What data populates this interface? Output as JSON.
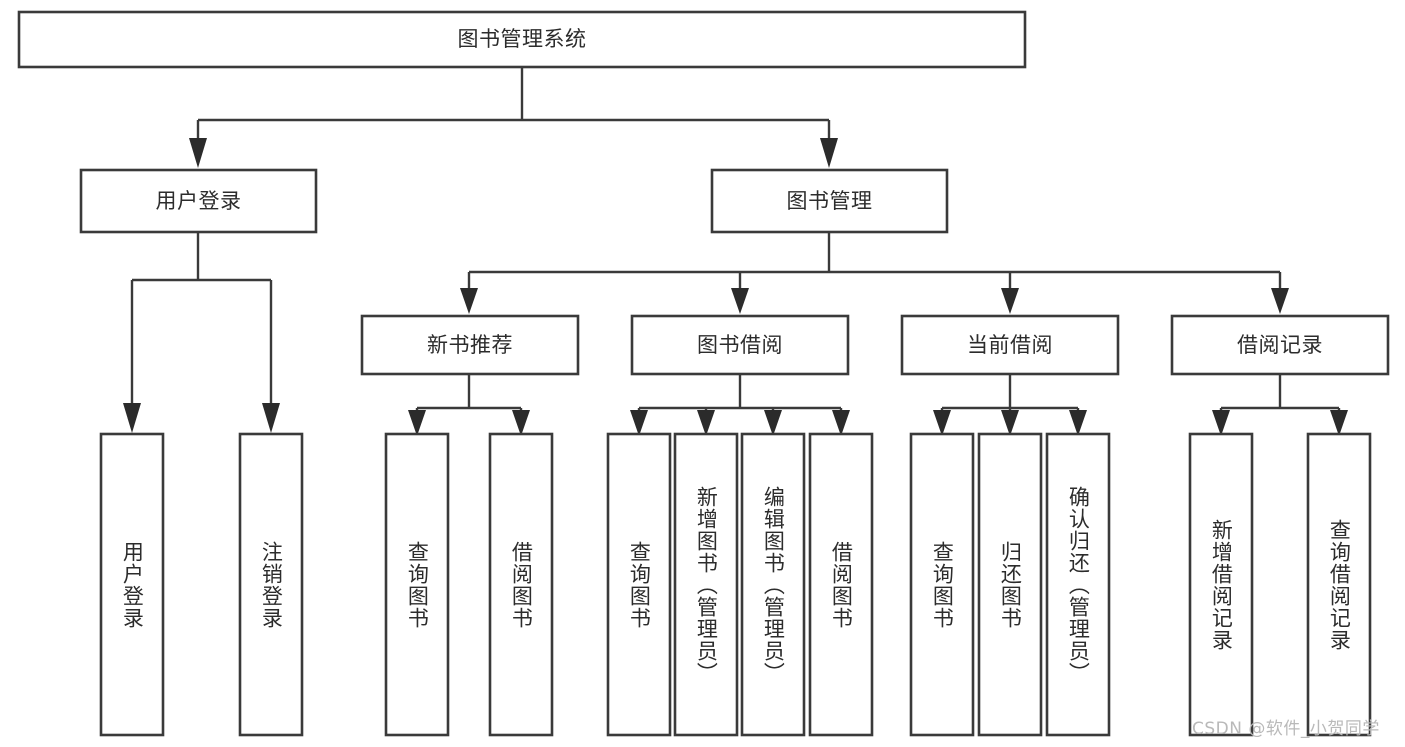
{
  "diagram": {
    "title": "图书管理系统",
    "type": "tree-hierarchy-chart",
    "root": {
      "label": "图书管理系统"
    },
    "level2": [
      {
        "label": "用户登录"
      },
      {
        "label": "图书管理"
      }
    ],
    "level3": [
      {
        "label": "新书推荐"
      },
      {
        "label": "图书借阅"
      },
      {
        "label": "当前借阅"
      },
      {
        "label": "借阅记录"
      }
    ],
    "leaves_user_login": [
      {
        "label": "用户登录"
      },
      {
        "label": "注销登录"
      }
    ],
    "leaves_new_books": [
      {
        "label": "查询图书"
      },
      {
        "label": "借阅图书"
      }
    ],
    "leaves_borrow": [
      {
        "label": "查询图书"
      },
      {
        "label": "新增图书（管理员）"
      },
      {
        "label": "编辑图书（管理员）"
      },
      {
        "label": "借阅图书"
      }
    ],
    "leaves_current": [
      {
        "label": "查询图书"
      },
      {
        "label": "归还图书"
      },
      {
        "label": "确认归还（管理员）"
      }
    ],
    "leaves_records": [
      {
        "label": "新增借阅记录"
      },
      {
        "label": "查询借阅记录"
      }
    ]
  },
  "watermark": {
    "text": "CSDN @软件_小贺同学"
  },
  "colors": {
    "stroke": "#3a3a3a",
    "text": "#2c2c2c",
    "background": "#ffffff",
    "watermark": "#b9b9b9"
  }
}
